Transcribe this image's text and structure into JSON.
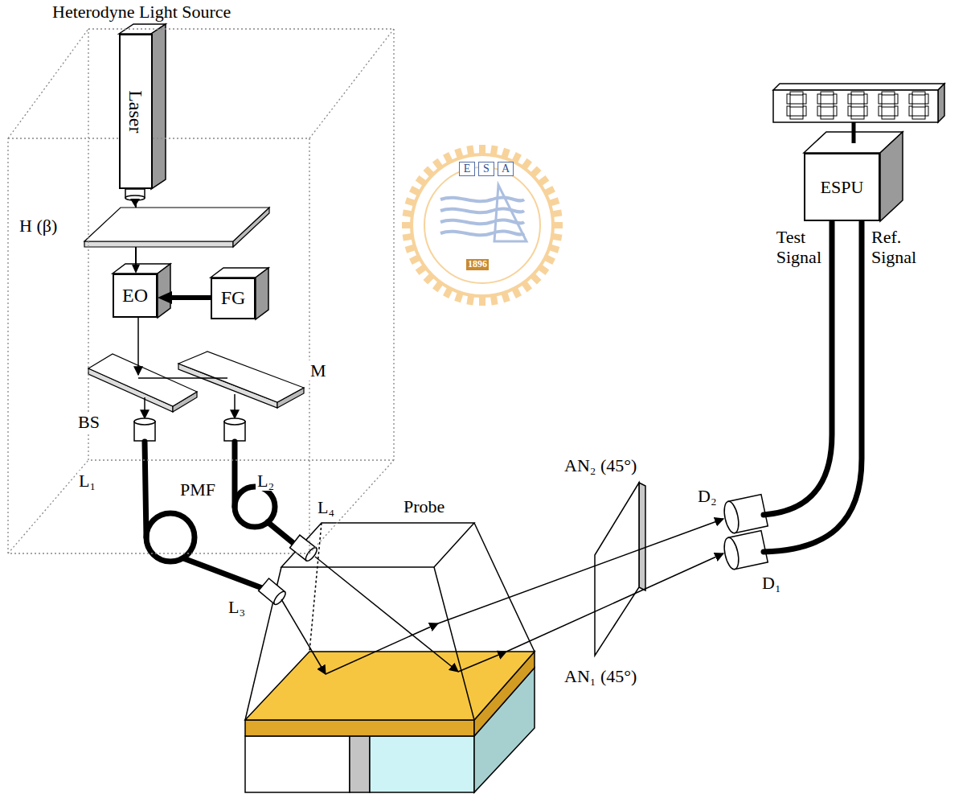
{
  "diagram": {
    "nodes": [
      {
        "text": [
          "Heterodyne Light Source"
        ]
      },
      {
        "text": [
          "Laser"
        ],
        "in": 0
      },
      {
        "text": [
          "EO"
        ],
        "in": 0
      },
      {
        "text": [
          "FG"
        ],
        "in": 0
      },
      {
        "text": [
          "ESPU"
        ]
      }
    ],
    "edges": [
      {
        "from": 1,
        "to": 2,
        "arrow": "to"
      },
      {
        "from": 3,
        "to": 2,
        "arrow": "to"
      }
    ],
    "labels": [
      "H (β)",
      "BS",
      "M",
      "L₁",
      "L₂",
      "PMF",
      "L₃",
      "L₄",
      "Probe",
      "AN₂ (45°)",
      "AN₁ (45°)",
      "D₂",
      "D₁",
      "Test Signal",
      "Ref. Signal",
      "E",
      "S",
      "A",
      "1896"
    ]
  }
}
